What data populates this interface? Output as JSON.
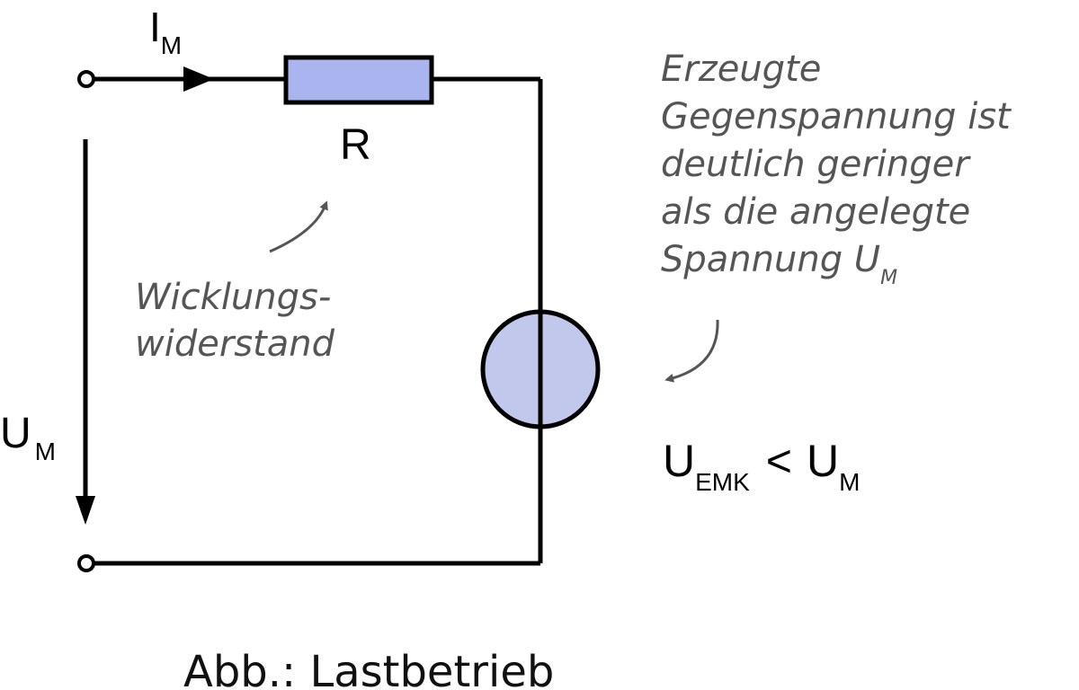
{
  "diagram": {
    "current": {
      "symbol": "I",
      "subscript": "M"
    },
    "resistor_label": "R",
    "voltage": {
      "symbol": "U",
      "subscript": "M"
    },
    "winding_note": {
      "line1": "Wicklungs-",
      "line2": "widerstand"
    },
    "emf_note": {
      "line1": "Erzeugte",
      "line2": "Gegenspannung ist",
      "line3": "deutlich geringer",
      "line4": "als die angelegte",
      "line5_main": "Spannung U",
      "line5_sub": "M"
    },
    "inequality": {
      "left_symbol": "U",
      "left_sub": "EMK",
      "operator": "<",
      "right_symbol": "U",
      "right_sub": "M"
    },
    "caption": "Abb.: Lastbetrieb",
    "colors": {
      "wire": "#000000",
      "component_fill": "#aab4ee",
      "source_fill": "#c2c7ec",
      "annotation": "#555555"
    }
  }
}
